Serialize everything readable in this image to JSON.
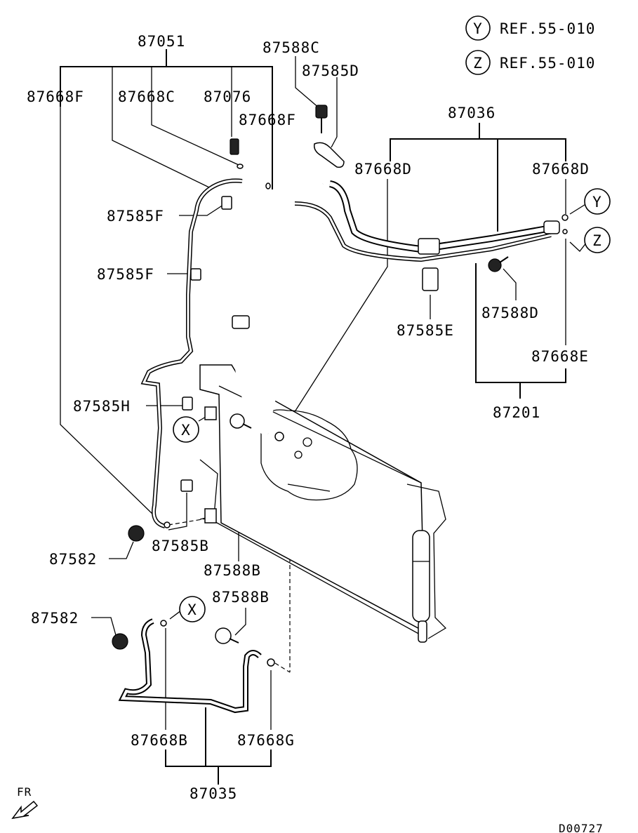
{
  "references": [
    {
      "letter": "Y",
      "text": "REF.55-010"
    },
    {
      "letter": "Z",
      "text": "REF.55-010"
    }
  ],
  "labels": {
    "p87051": "87051",
    "p87588C": "87588C",
    "p87585D": "87585D",
    "p87668F_left": "87668F",
    "p87668C": "87668C",
    "p87076": "87076",
    "p87668F_mid": "87668F",
    "p87036": "87036",
    "p87668D_mid": "87668D",
    "p87668D_right": "87668D",
    "p87585F_top": "87585F",
    "p87585F_low": "87585F",
    "p87585E": "87585E",
    "p87588D": "87588D",
    "p87668E": "87668E",
    "p87201": "87201",
    "p87585H": "87585H",
    "p87582_top": "87582",
    "p87585B": "87585B",
    "p87588B_top": "87588B",
    "p87588B_low": "87588B",
    "p87582_low": "87582",
    "p87668B": "87668B",
    "p87668G": "87668G",
    "p87035": "87035"
  },
  "markers": {
    "x_upper": "X",
    "x_lower": "X",
    "y_callout": "Y",
    "z_callout": "Z"
  },
  "footer": {
    "direction": "FR",
    "diagram_code": "D00727"
  }
}
